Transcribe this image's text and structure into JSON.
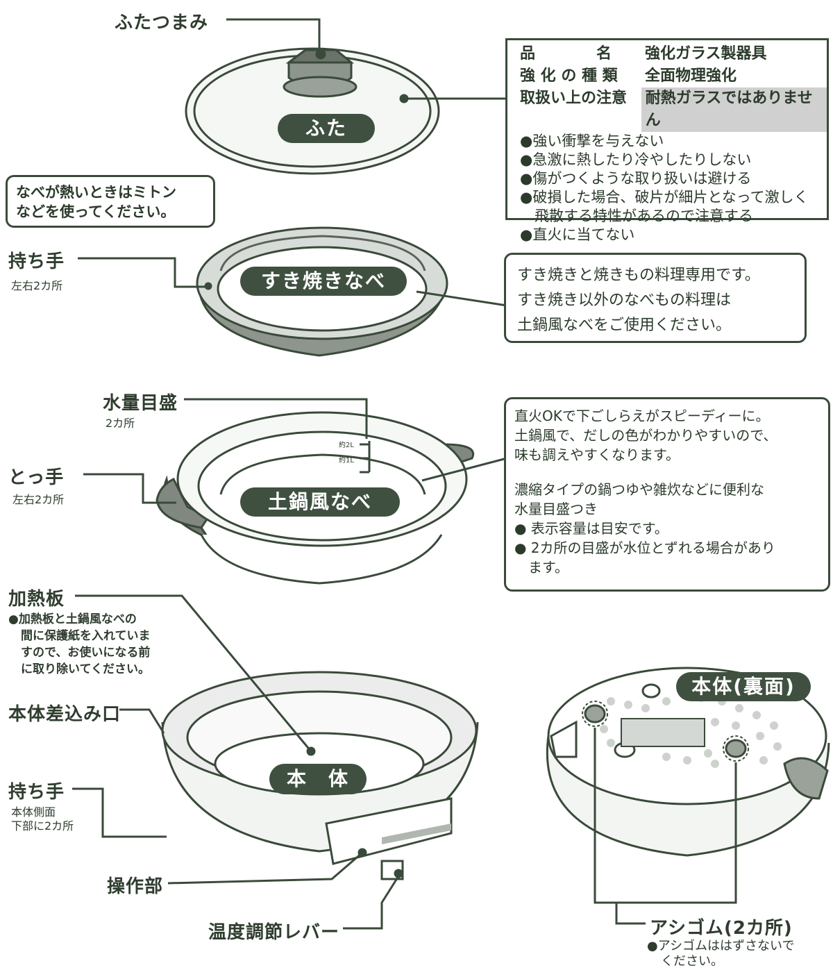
{
  "labels": {
    "futatsumami": "ふたつまみ",
    "mochite_top": "持ち手",
    "mochite_top_sub": "左右2カ所",
    "suiryo": "水量目盛",
    "suiryo_sub": "2カ所",
    "totte": "とっ手",
    "totte_sub": "左右2カ所",
    "kanetsuban": "加熱板",
    "kanetsuban_note": [
      "●加熱板と土鍋風なべの",
      "間に保護紙を入れていま",
      "すので、お使いになる前",
      "に取り除いてください。"
    ],
    "sashikomi": "本体差込み口",
    "mochite_body": "持ち手",
    "mochite_body_sub": [
      "本体側面",
      "下部に2カ所"
    ],
    "sosabu": "操作部",
    "ondo": "温度調節レバー",
    "ashigomu": "アシゴム(2カ所)",
    "ashigomu_note": [
      "●アシゴムははずさないで",
      "ください。"
    ],
    "scale_2l": "約2L",
    "scale_1l": "約1L"
  },
  "pills": {
    "futa": "ふた",
    "sukiyaki": "すき焼きなべ",
    "donabe": "土鍋風なべ",
    "hontai": "本　体",
    "hontai_ura": "本体(裏面)"
  },
  "spec": {
    "name_key": "品　　　　名",
    "name_val": "強化ガラス製器具",
    "type_key": "強 化 の 種 類",
    "type_val": "全面物理強化",
    "caution_key": "取扱い上の注意",
    "caution_val": "耐熱ガラスではありません",
    "bullets": [
      "●強い衝撃を与えない",
      "●急激に熱したり冷やしたりしない",
      "●傷がつくような取り扱いは避ける",
      "●破損した場合、破片が細片となって激しく",
      "　飛散する特性があるので注意する",
      "●直火に当てない"
    ]
  },
  "notes": {
    "mitten": [
      "なべが熱いときはミトン",
      "などを使ってください。"
    ],
    "sukiyaki": [
      "すき焼きと焼きもの料理専用です。",
      "すき焼き以外のなべもの料理は",
      "土鍋風なべをご使用ください。"
    ],
    "donabe_top": [
      "直火OKで下ごしらえがスピーディーに。",
      "土鍋風で、だしの色がわかりやすいので、",
      "味も調えやすくなります。"
    ],
    "donabe_bottom": [
      "濃縮タイプの鍋つゆや雑炊などに便利な",
      "水量目盛つき",
      "● 表示容量は目安です。",
      "● 2カ所の目盛が水位とずれる場合があり",
      "　ます。"
    ]
  }
}
